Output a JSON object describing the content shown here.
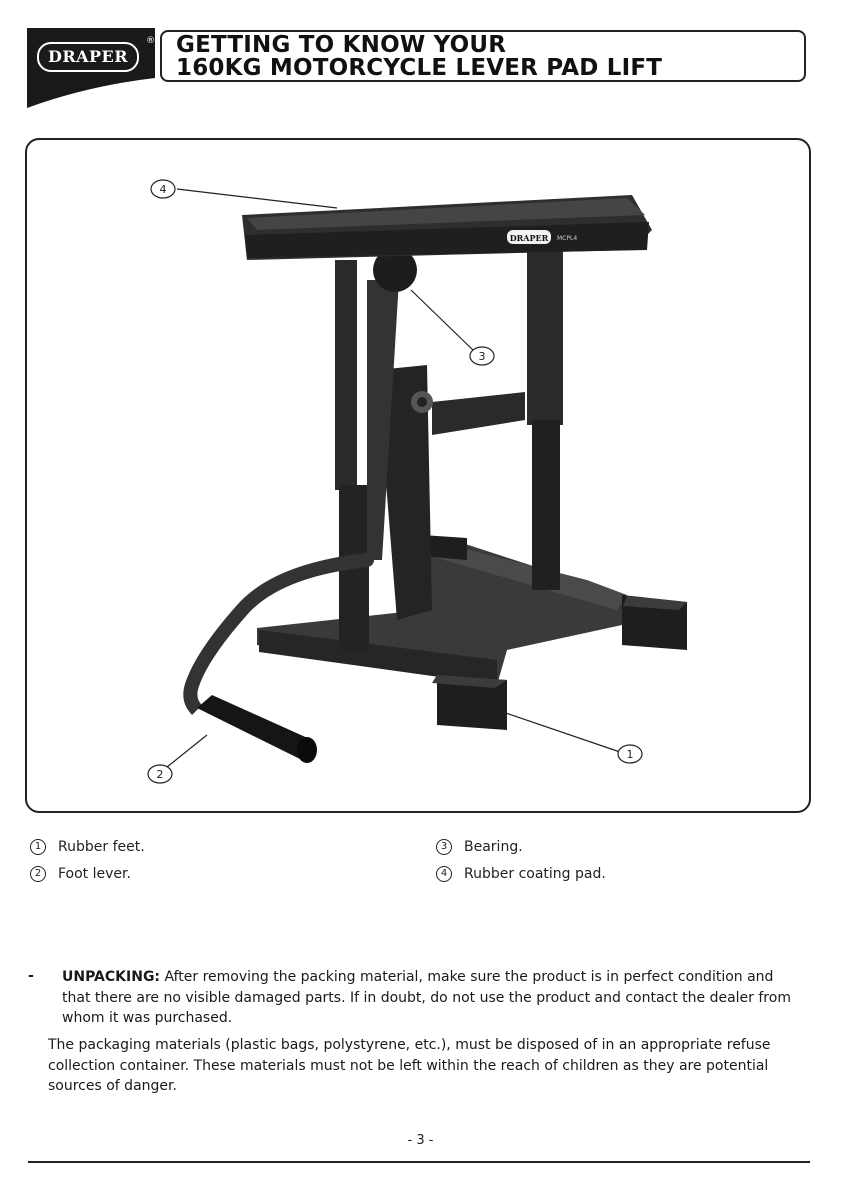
{
  "header": {
    "brand": "DRAPER",
    "registered_mark": "®",
    "title_line1": "GETTING TO KNOW YOUR",
    "title_line2": "160KG MOTORCYCLE LEVER PAD LIFT"
  },
  "figure": {
    "callouts": [
      "4",
      "3",
      "1",
      "2"
    ],
    "pad_brand": "DRAPER",
    "pad_model": "MCPL4"
  },
  "legend": [
    {
      "num": "1",
      "label": "Rubber feet."
    },
    {
      "num": "2",
      "label": "Foot lever."
    },
    {
      "num": "3",
      "label": "Bearing."
    },
    {
      "num": "4",
      "label": "Rubber coating pad."
    }
  ],
  "instructions": {
    "bullet": "-",
    "heading": "UNPACKING:",
    "text1": "After removing the packing material, make sure the product is in perfect condition and that there are no visible damaged parts. If in doubt, do not use the product and contact the dealer from whom it was purchased.",
    "text2": "The packaging materials (plastic bags, polystyrene, etc.), must be disposed of in an appropriate refuse collection container. These materials must not be left within the reach of children as they are potential sources of danger."
  },
  "footer": {
    "page": "- 3 -"
  }
}
